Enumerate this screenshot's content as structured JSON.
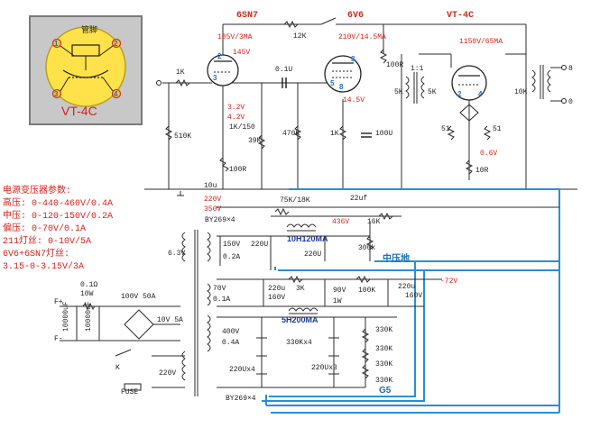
{
  "tubes": {
    "v1": "6SN7",
    "v2": "6V6",
    "v3": "VT-4C"
  },
  "inset": {
    "label": "VT-4C",
    "cap_label": "管脚",
    "pins": [
      "1",
      "2",
      "3",
      "4"
    ]
  },
  "voltages": {
    "v1_plate": "105V/3MA",
    "v1_plate2": "145V",
    "v1_cathode1": "3.2V",
    "v1_cathode2": "4.2V",
    "v2_plate": "210V/14.5MA",
    "v2_cathode": "14.5V",
    "v3_plate": "1150V/65MA",
    "v3_bias": "0.6V",
    "supply_220": "220V",
    "supply_350": "350V",
    "supply_436": "436V",
    "neg_bias": "-72V"
  },
  "components": {
    "r_in": "1K",
    "r_510k": "510K",
    "r_1k150": "1K/150",
    "r_39k": "39K",
    "r_100r_a": "100R",
    "c_01u": "0.1U",
    "r_470k": "470K",
    "r_12k": "12K",
    "r_100r_b": "100R",
    "r_1k_b": "1K",
    "c_100u": "100U",
    "xfmr_ratio": "1:1",
    "xfmr_5k_a": "5K",
    "xfmr_5k_b": "5K",
    "r_51_a": "51",
    "r_51_b": "51",
    "r_10r": "10R",
    "out_10k": "10K",
    "out_8": "8",
    "out_0": "0",
    "c_10u": "10u",
    "r_75k": "75K/18K",
    "c_22uf": "22uf",
    "bridge1": "BY269×4",
    "r_16k": "16K",
    "choke1": "10H120MA",
    "c_220u_a": "220U",
    "c_220u_b": "220U",
    "r_300k": "300k",
    "sec_150": "150V",
    "sec_02a": "0.2A",
    "sec_63": "6.3V",
    "r_3k": "3K",
    "c_220u_160": "220u",
    "c_160v": "160V",
    "zener": "90V",
    "zener_w": "1W",
    "r_100k": "100K",
    "c_220u_160b": "220u",
    "c_160v_b": "160V",
    "sec_70": "70V",
    "sec_01a": "0.1A",
    "r_01": "0.1Ω",
    "r_10w": "10W",
    "c_10000_a": "10000uF",
    "c_10000_b": "10000uF",
    "bridge_100v": "100V 50A",
    "sec_10v": "10V 5A",
    "switch_k": "K",
    "fuse": "FUSE",
    "mains": "220V",
    "choke2": "5H200MA",
    "sec_400": "400V",
    "sec_04a": "0.4A",
    "r_330kx4": "330Kx4",
    "c_220ux3": "220Ux3",
    "c_220ux4": "220Ux4",
    "r_330k": [
      "330K",
      "330K",
      "330K",
      "330K"
    ],
    "bridge2": "BY269×4",
    "f_plus": "F+",
    "f_minus": "F-"
  },
  "labels": {
    "mid_ground": "中压地",
    "g5": "G5"
  },
  "spec": {
    "title": "电源变压器参数:",
    "lines": [
      "高压: 0-440-460V/0.4A",
      "中压: 0-120-150V/0.2A",
      "偏压: 0-70V/0.1A",
      "211灯丝: 0-10V/5A",
      "6V6+6SN7灯丝:",
      "3.15-0-3.15V/3A"
    ]
  },
  "colors": {
    "wire": "#2b2b2b",
    "annotation_red": "#d8201a",
    "ground_rail_blue": "#2a8fd0",
    "tube_pin_blue": "#1e6fd0"
  }
}
